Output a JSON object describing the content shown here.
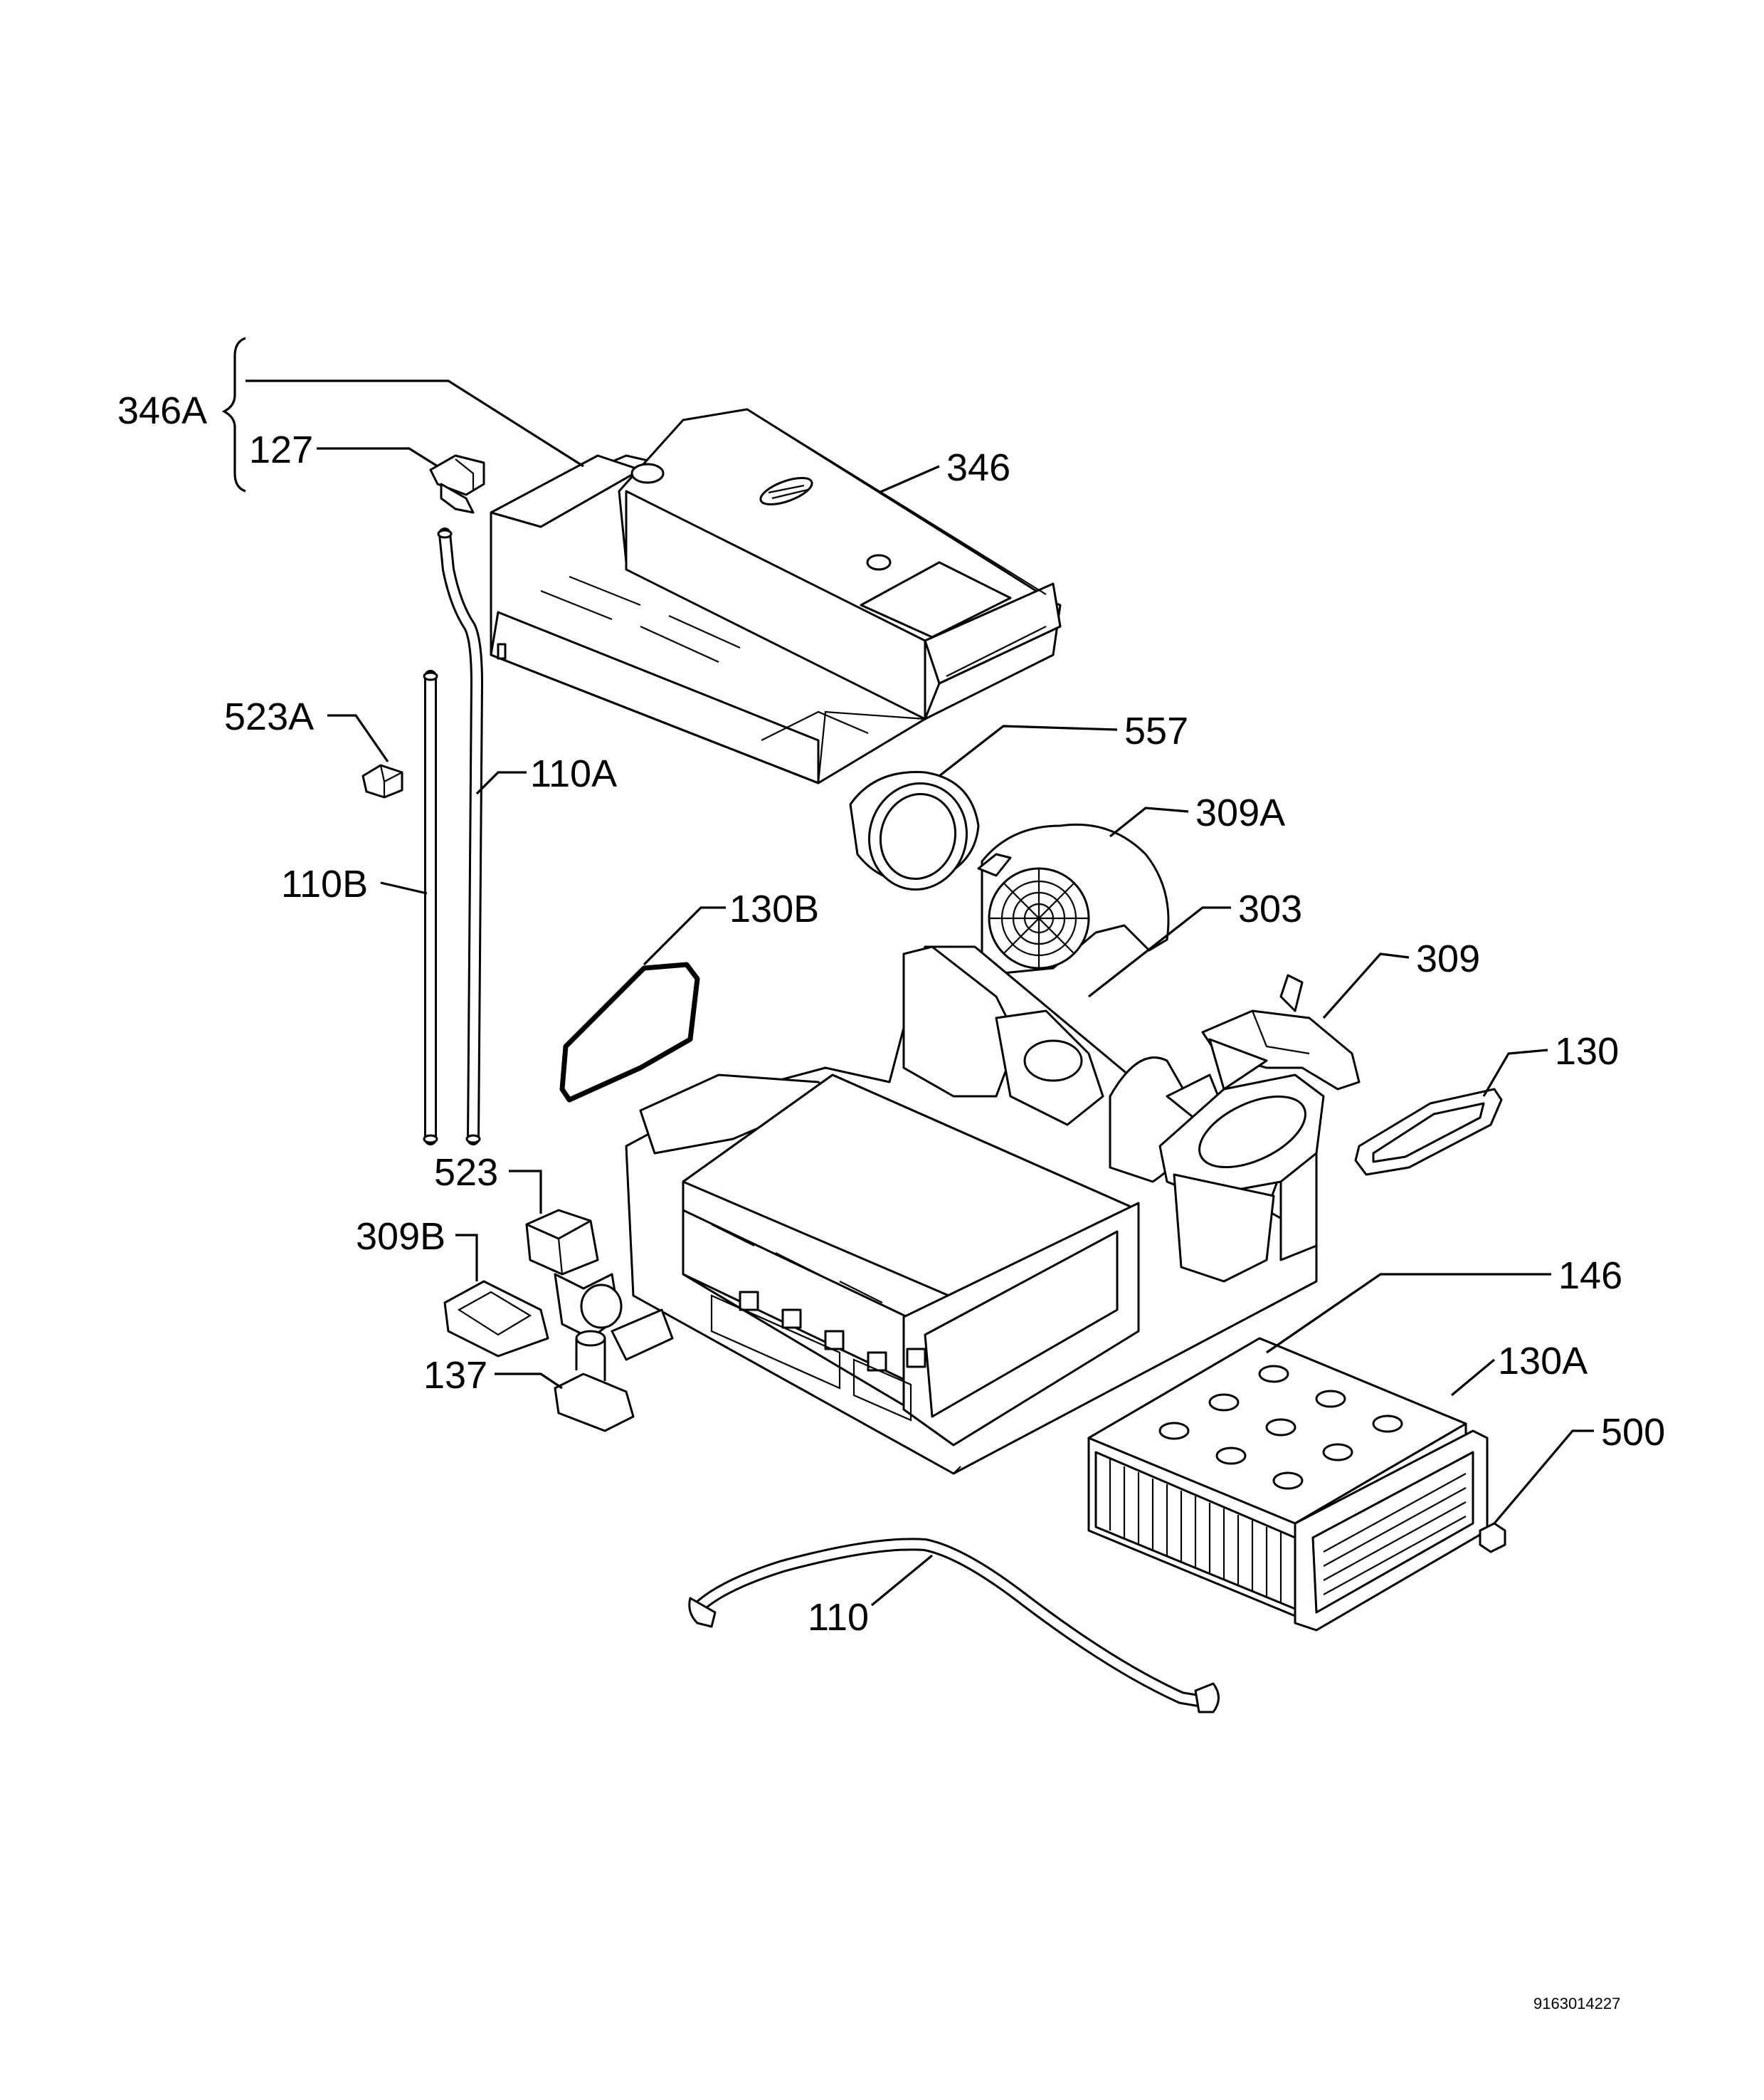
{
  "diagram": {
    "labels": {
      "l346A": "346A",
      "l127": "127",
      "l346": "346",
      "l523A": "523A",
      "l110A": "110A",
      "l557": "557",
      "l110B": "110B",
      "l309A": "309A",
      "l130B": "130B",
      "l303": "303",
      "l309": "309",
      "l130": "130",
      "l523": "523",
      "l309B": "309B",
      "l146": "146",
      "l137": "137",
      "l130A": "130A",
      "l500": "500",
      "l110": "110"
    },
    "document_number": "9163014227"
  }
}
